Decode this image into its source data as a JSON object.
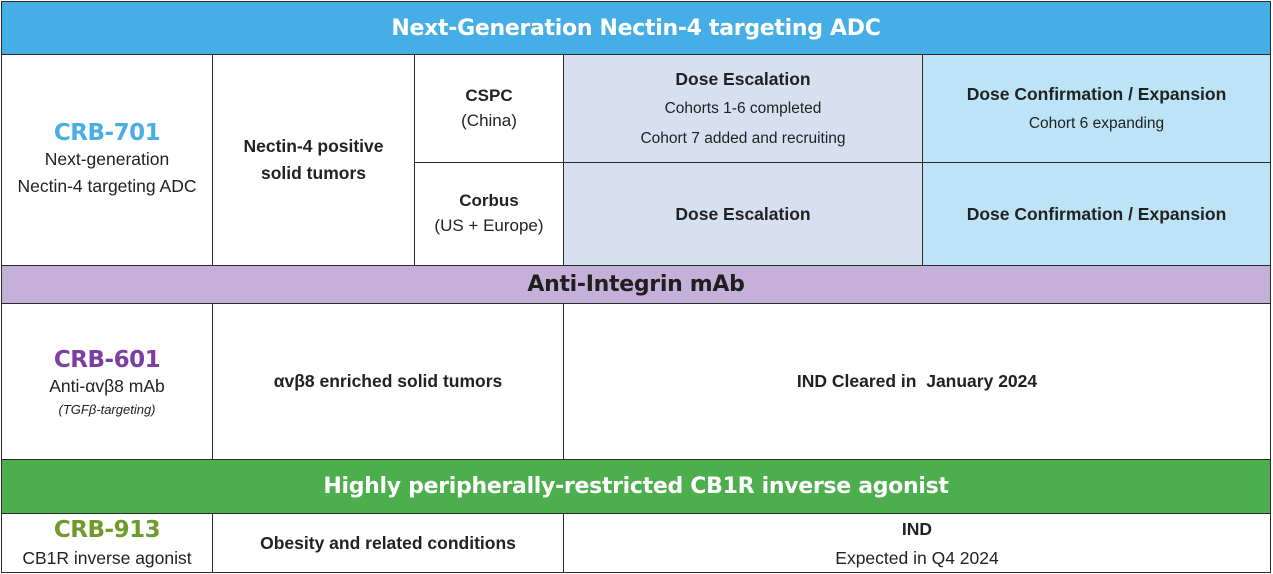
{
  "colors": {
    "adc_banner": "#45aee6",
    "adc_code": "#4aaee4",
    "integrin_banner": "#c5b0d9",
    "integrin_code": "#7b3fa3",
    "cb1r_banner": "#4cae4c",
    "cb1r_code": "#6f9a2c",
    "escalation_fill": "#d6e0f0",
    "expansion_fill": "#bde3f6"
  },
  "section_adc": {
    "title": "Next-Generation Nectin-4 targeting ADC",
    "code": "CRB-701",
    "desc_line1": "Next-generation",
    "desc_line2": "Nectin-4 targeting ADC",
    "indication_line1": "Nectin-4 positive",
    "indication_line2": "solid tumors",
    "rows": [
      {
        "region": "CSPC",
        "region_sub": "(China)",
        "escalation_title": "Dose Escalation",
        "escalation_note1": "Cohorts 1-6 completed",
        "escalation_note2": "Cohort 7 added and recruiting",
        "expansion_title": "Dose Confirmation / Expansion",
        "expansion_note": "Cohort 6 expanding"
      },
      {
        "region": "Corbus",
        "region_sub": "(US + Europe)",
        "escalation_title": "Dose Escalation",
        "expansion_title": "Dose Confirmation / Expansion"
      }
    ]
  },
  "section_integrin": {
    "title": "Anti-Integrin mAb",
    "code": "CRB-601",
    "desc": "Anti-αvβ8 mAb",
    "desc_sub": "(TGFβ-targeting)",
    "indication": "αvβ8 enriched solid tumors",
    "status": "IND Cleared in  January 2024"
  },
  "section_cb1r": {
    "title": "Highly peripherally-restricted CB1R inverse agonist",
    "code": "CRB-913",
    "desc": "CB1R inverse agonist",
    "indication": "Obesity and related conditions",
    "status_title": "IND",
    "status_note": "Expected in Q4 2024"
  }
}
